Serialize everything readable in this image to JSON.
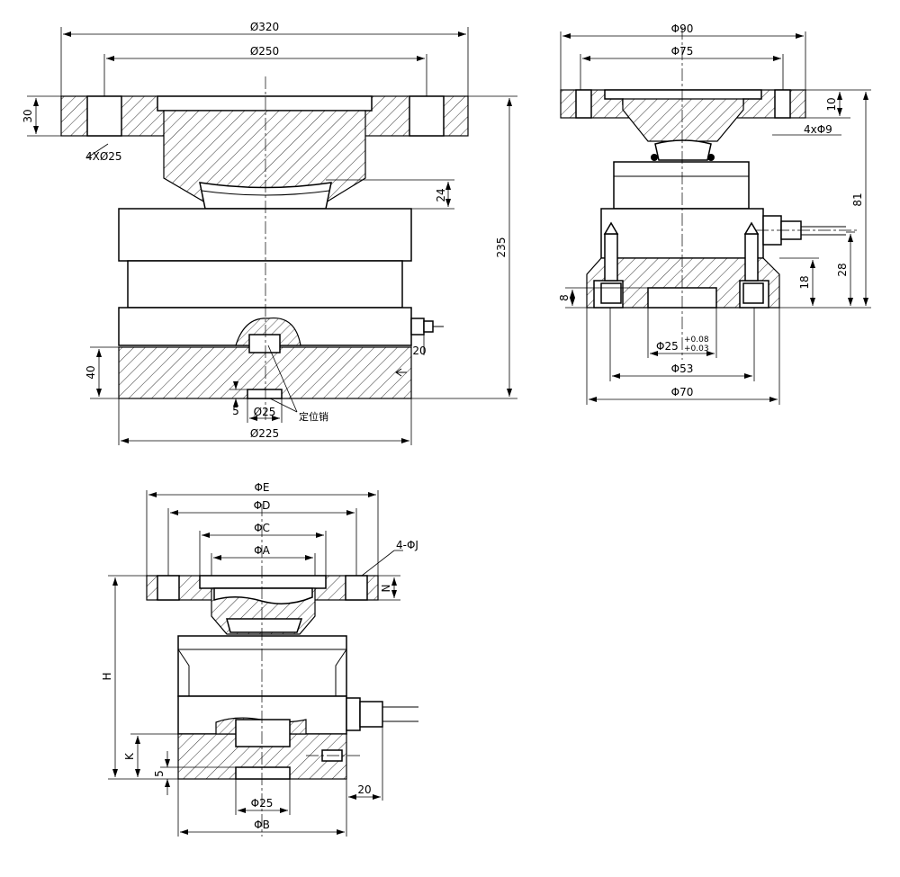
{
  "views": {
    "top_left": {
      "dims": {
        "flange_dia": "Ø320",
        "bolt_circle": "Ø250",
        "flange_thk": "30",
        "holes": "4XØ25",
        "cap_height": "24",
        "total_height": "235",
        "base_height": "40",
        "pin_depth": "5",
        "pin_dia": "Ø25",
        "base_dia": "Ø225",
        "connector": "20",
        "pin_note": "定位销"
      }
    },
    "top_right": {
      "dims": {
        "flange_dia": "Φ90",
        "bolt_circle": "Φ75",
        "flange_thk": "10",
        "holes": "4xΦ9",
        "total_height": "81",
        "height_28": "28",
        "height_18": "18",
        "height_8": "8",
        "pin_dia": "Φ25",
        "tol_upper": "+0.08",
        "tol_lower": "+0.03",
        "dia_53": "Φ53",
        "dia_70": "Φ70"
      }
    },
    "bottom_left": {
      "dims": {
        "E": "ΦE",
        "D": "ΦD",
        "C": "ΦC",
        "A": "ΦA",
        "J": "4-ΦJ",
        "N": "N",
        "H": "H",
        "K": "K",
        "five": "5",
        "twenty": "20",
        "pin_dia": "Φ25",
        "B": "ΦB"
      }
    }
  }
}
